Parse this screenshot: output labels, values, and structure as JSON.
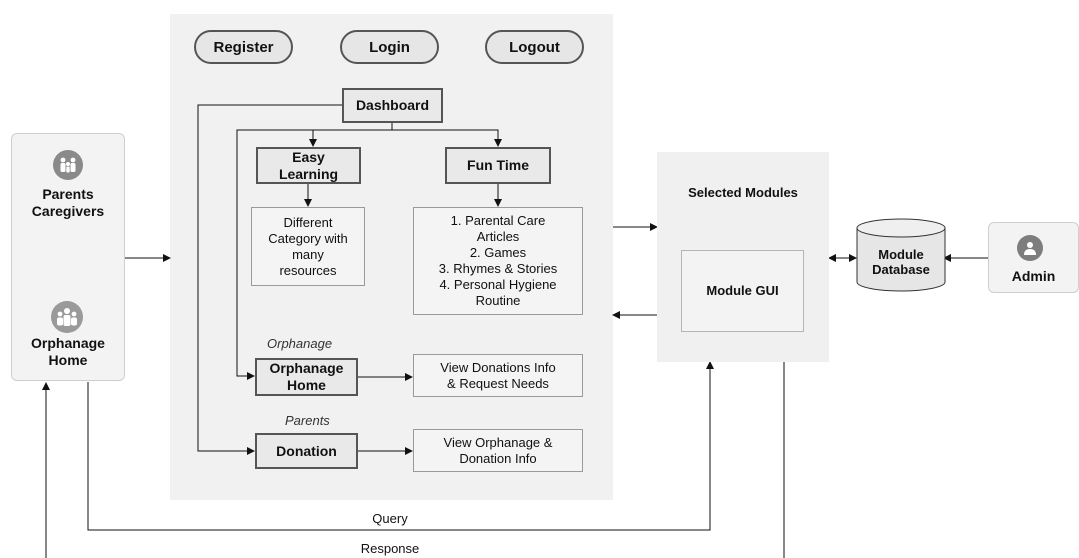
{
  "auth": {
    "register": "Register",
    "login": "Login",
    "logout": "Logout"
  },
  "dashboard": {
    "label": "Dashboard"
  },
  "easy_learning": {
    "label": "Easy\nLearning",
    "desc": "Different\nCategory with\nmany\nresources"
  },
  "fun_time": {
    "label": "Fun Time",
    "items": "1. Parental Care\nArticles\n2. Games\n3. Rhymes & Stories\n4. Personal Hygiene\nRoutine"
  },
  "orphanage_section": {
    "caption": "Orphanage",
    "label": "Orphanage\nHome",
    "desc": "View Donations Info\n& Request Needs"
  },
  "parents_section": {
    "caption": "Parents",
    "label": "Donation",
    "desc": "View Orphanage &\nDonation Info"
  },
  "users": {
    "parents": "Parents\nCaregivers",
    "orphanage": "Orphanage\nHome"
  },
  "modules": {
    "title": "Selected Modules",
    "gui": "Module GUI"
  },
  "database": {
    "label": "Module\nDatabase"
  },
  "admin": {
    "label": "Admin"
  },
  "flows": {
    "query": "Query",
    "response": "Response"
  },
  "icons": {
    "parents": "family-icon",
    "orphanage": "group-icon",
    "admin": "admin-user-icon"
  }
}
